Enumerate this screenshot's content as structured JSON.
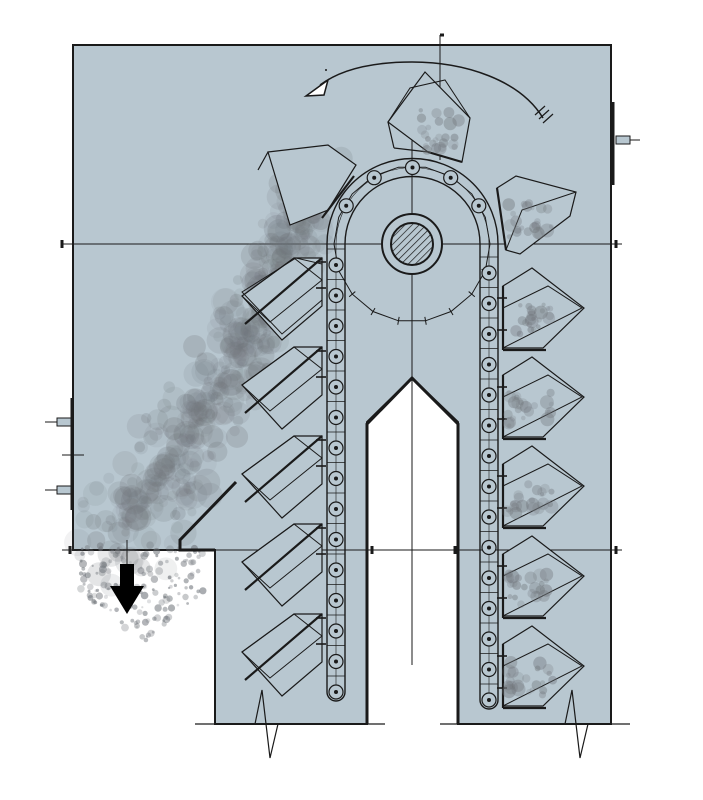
{
  "colors": {
    "background": "#ffffff",
    "housing_fill": "#b8c7d0",
    "line": "#1a1a1a",
    "material": "#6f747a",
    "arrow": "#000000"
  },
  "icons": {
    "rotation": "curved-arrow-icon",
    "discharge": "down-arrow-icon"
  },
  "diagram": {
    "left_buckets": 5,
    "right_buckets": 5,
    "head_buckets": 3,
    "chain_sprocket_teeth": 18
  }
}
